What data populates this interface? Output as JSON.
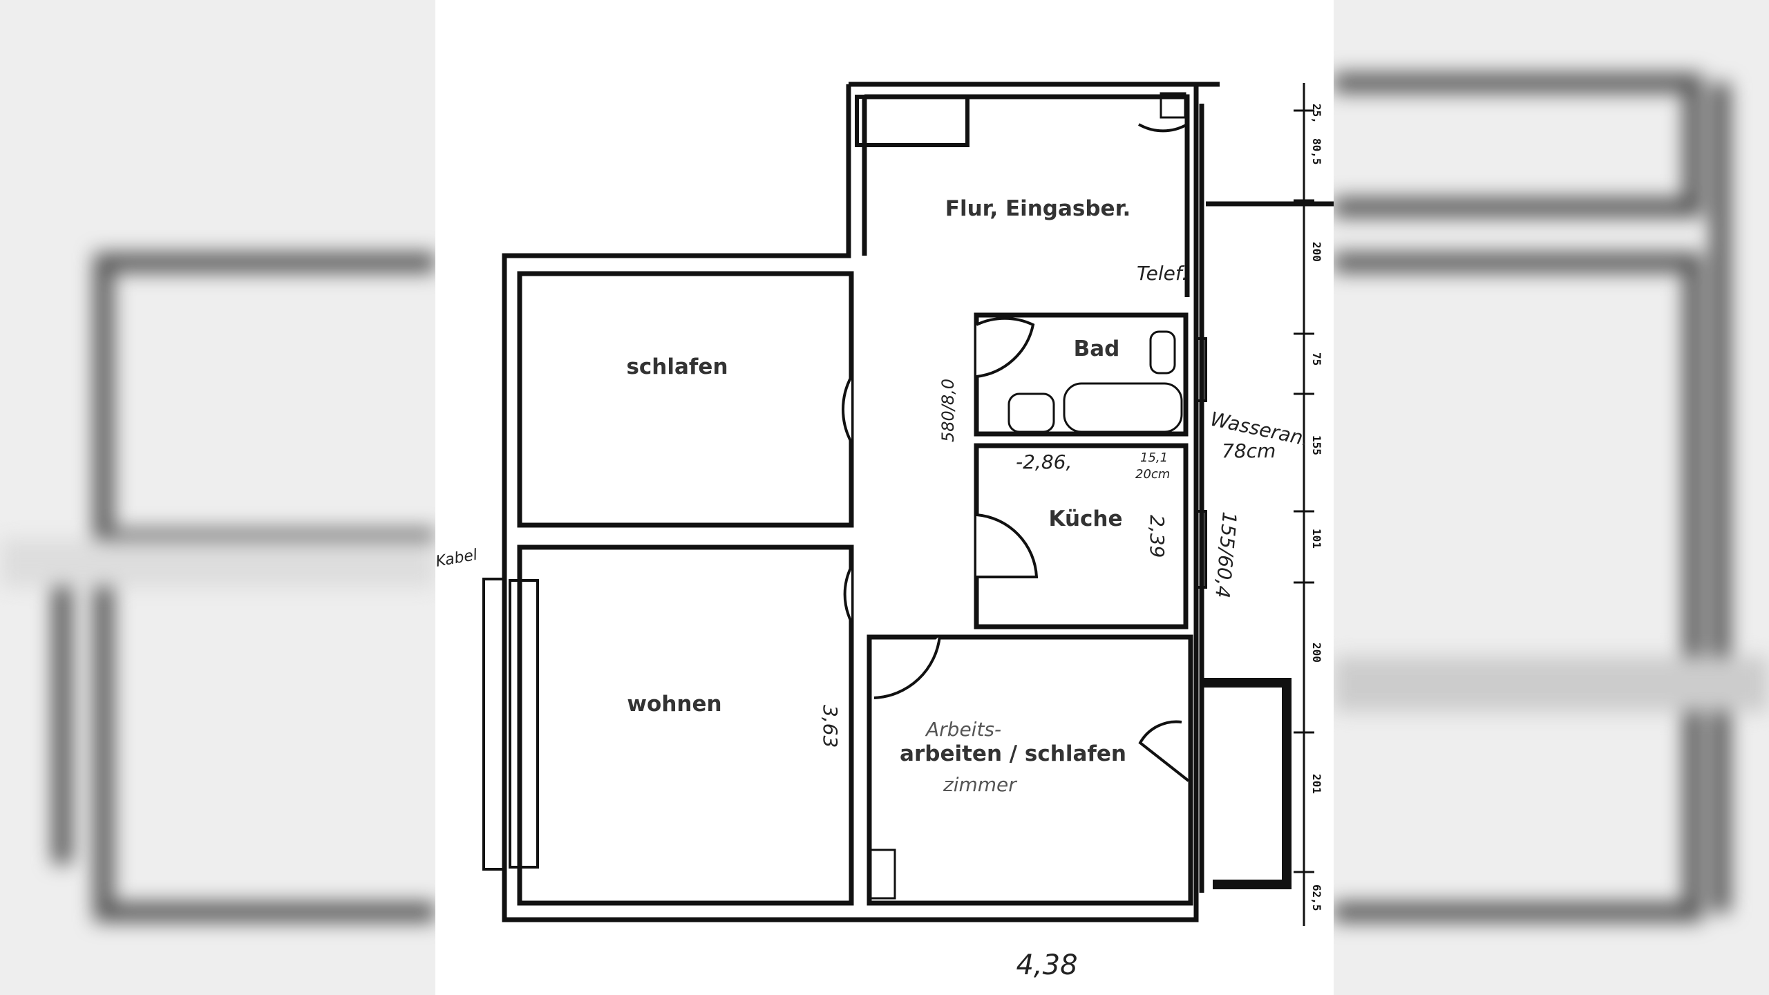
{
  "rooms": {
    "flur": "Flur, Eingasber.",
    "schlafen": "schlafen",
    "bad": "Bad",
    "kueche": "Küche",
    "wohnen": "wohnen",
    "arbeiten": "arbeiten / schlafen"
  },
  "handwritten": {
    "telefon": "Telef.",
    "wasseranschluss": "Wasseran.",
    "wasseranschluss_height": "78cm",
    "kueche_width": "-2,86,",
    "kueche_note_1": "15,1",
    "kueche_note_2": "20cm",
    "kueche_length": "2,39",
    "right_measure": "155/60,4",
    "left_measure": "580/8,0",
    "wohnen_measure": "3,63",
    "arbeitszimmer_1": "Arbeits-",
    "arbeitszimmer_2": "zimmer",
    "kabel": "Kabel",
    "bottom_width": "4,38"
  },
  "dimensions": [
    "25,",
    "80,5",
    "200",
    "75",
    "155",
    "101",
    "200",
    "201",
    "62,5"
  ]
}
